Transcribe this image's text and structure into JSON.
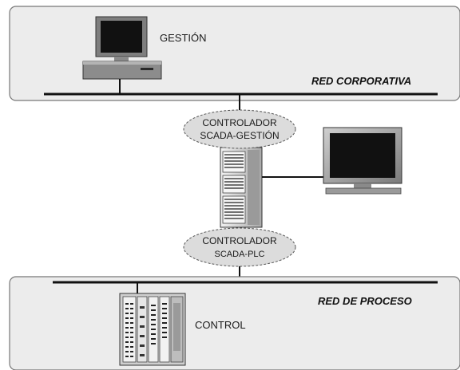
{
  "zones": {
    "corporate": {
      "label": "RED CORPORATIVA"
    },
    "process": {
      "label": "RED DE PROCESO"
    }
  },
  "nodes": {
    "management": {
      "label": "GESTIÓN"
    },
    "control": {
      "label": "CONTROL"
    }
  },
  "controllers": [
    {
      "line1": "CONTROLADOR",
      "line2": "SCADA-GESTIÓN"
    },
    {
      "line1": "CONTROLADOR",
      "line2": "SCADA-PLC"
    }
  ],
  "colors": {
    "zone_fill": "#ececec",
    "zone_stroke": "#777777",
    "bus": "#111111",
    "bubble_fill": "#dcdcdc",
    "screen": "#111111"
  }
}
